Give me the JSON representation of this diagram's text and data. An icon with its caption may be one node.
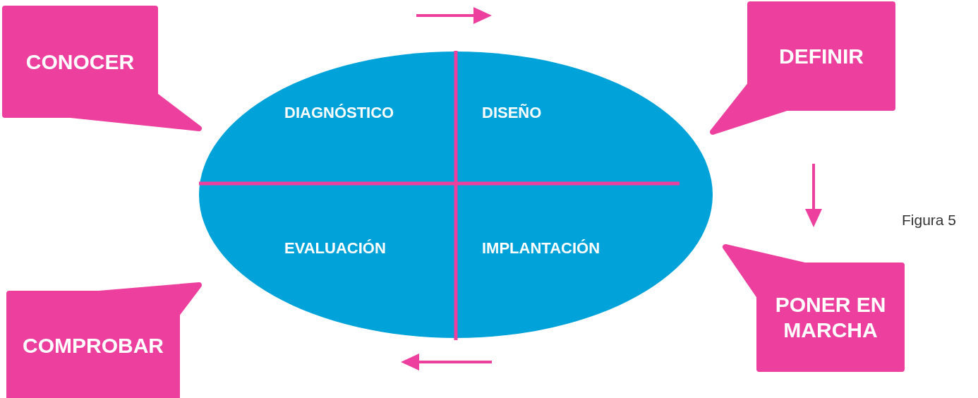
{
  "diagram": {
    "caption": "Figura 5",
    "nodes": [
      {
        "text": [
          "CONOCER"
        ]
      },
      {
        "text": [
          "DEFINIR"
        ]
      },
      {
        "text": [],
        "shape": "ellipse"
      },
      {
        "text": [
          "DIAGNÓSTICO"
        ],
        "in": 2
      },
      {
        "text": [
          "DISEÑO"
        ],
        "in": 2
      },
      {
        "text": [
          "EVALUACIÓN"
        ],
        "in": 2
      },
      {
        "text": [
          "IMPLANTACIÓN"
        ],
        "in": 2
      },
      {
        "text": [
          "PONER EN MARCHA"
        ]
      },
      {
        "text": [
          "COMPROBAR"
        ]
      }
    ],
    "edges": []
  }
}
